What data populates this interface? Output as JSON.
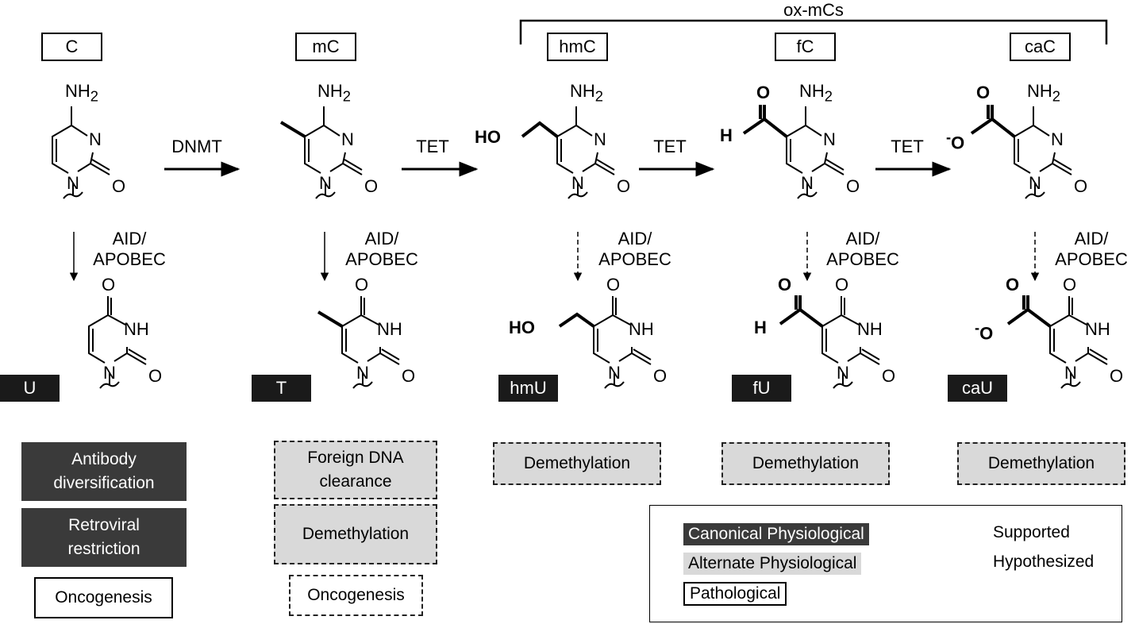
{
  "bracket_label": "ox-mCs",
  "bases": {
    "C": "C",
    "mC": "mC",
    "hmC": "hmC",
    "fC": "fC",
    "caC": "caC"
  },
  "products": {
    "U": "U",
    "T": "T",
    "hmU": "hmU",
    "fU": "fU",
    "caU": "caU"
  },
  "enzymes": {
    "dnmt": "DNMT",
    "tet1": "TET",
    "tet2": "TET",
    "tet3": "TET",
    "aid1_a": "AID/",
    "aid1_b": "APOBEC",
    "aid2_a": "AID/",
    "aid2_b": "APOBEC",
    "aid3_a": "AID/",
    "aid3_b": "APOBEC",
    "aid4_a": "AID/",
    "aid4_b": "APOBEC",
    "aid5_a": "AID/",
    "aid5_b": "APOBEC"
  },
  "atoms": {
    "nh2": "NH",
    "sub2": "2",
    "n": "N",
    "o": "O",
    "nh": "NH",
    "ho": "HO",
    "h": "H",
    "minus": "-"
  },
  "functions": {
    "u_1_a": "Antibody",
    "u_1_b": "diversification",
    "u_2_a": "Retroviral",
    "u_2_b": "restriction",
    "u_3": "Oncogenesis",
    "t_1_a": "Foreign DNA",
    "t_1_b": "clearance",
    "t_2": "Demethylation",
    "t_3": "Oncogenesis",
    "hmu_1": "Demethylation",
    "fu_1": "Demethylation",
    "cau_1": "Demethylation"
  },
  "legend": {
    "canonical": "Canonical Physiological",
    "alternate": "Alternate Physiological",
    "pathological": "Pathological",
    "supported": "Supported",
    "hypothesized": "Hypothesized"
  },
  "colors": {
    "canonical": "#3a3a3a",
    "alternate": "#d9d9d9",
    "product_label": "#1a1a1a"
  }
}
